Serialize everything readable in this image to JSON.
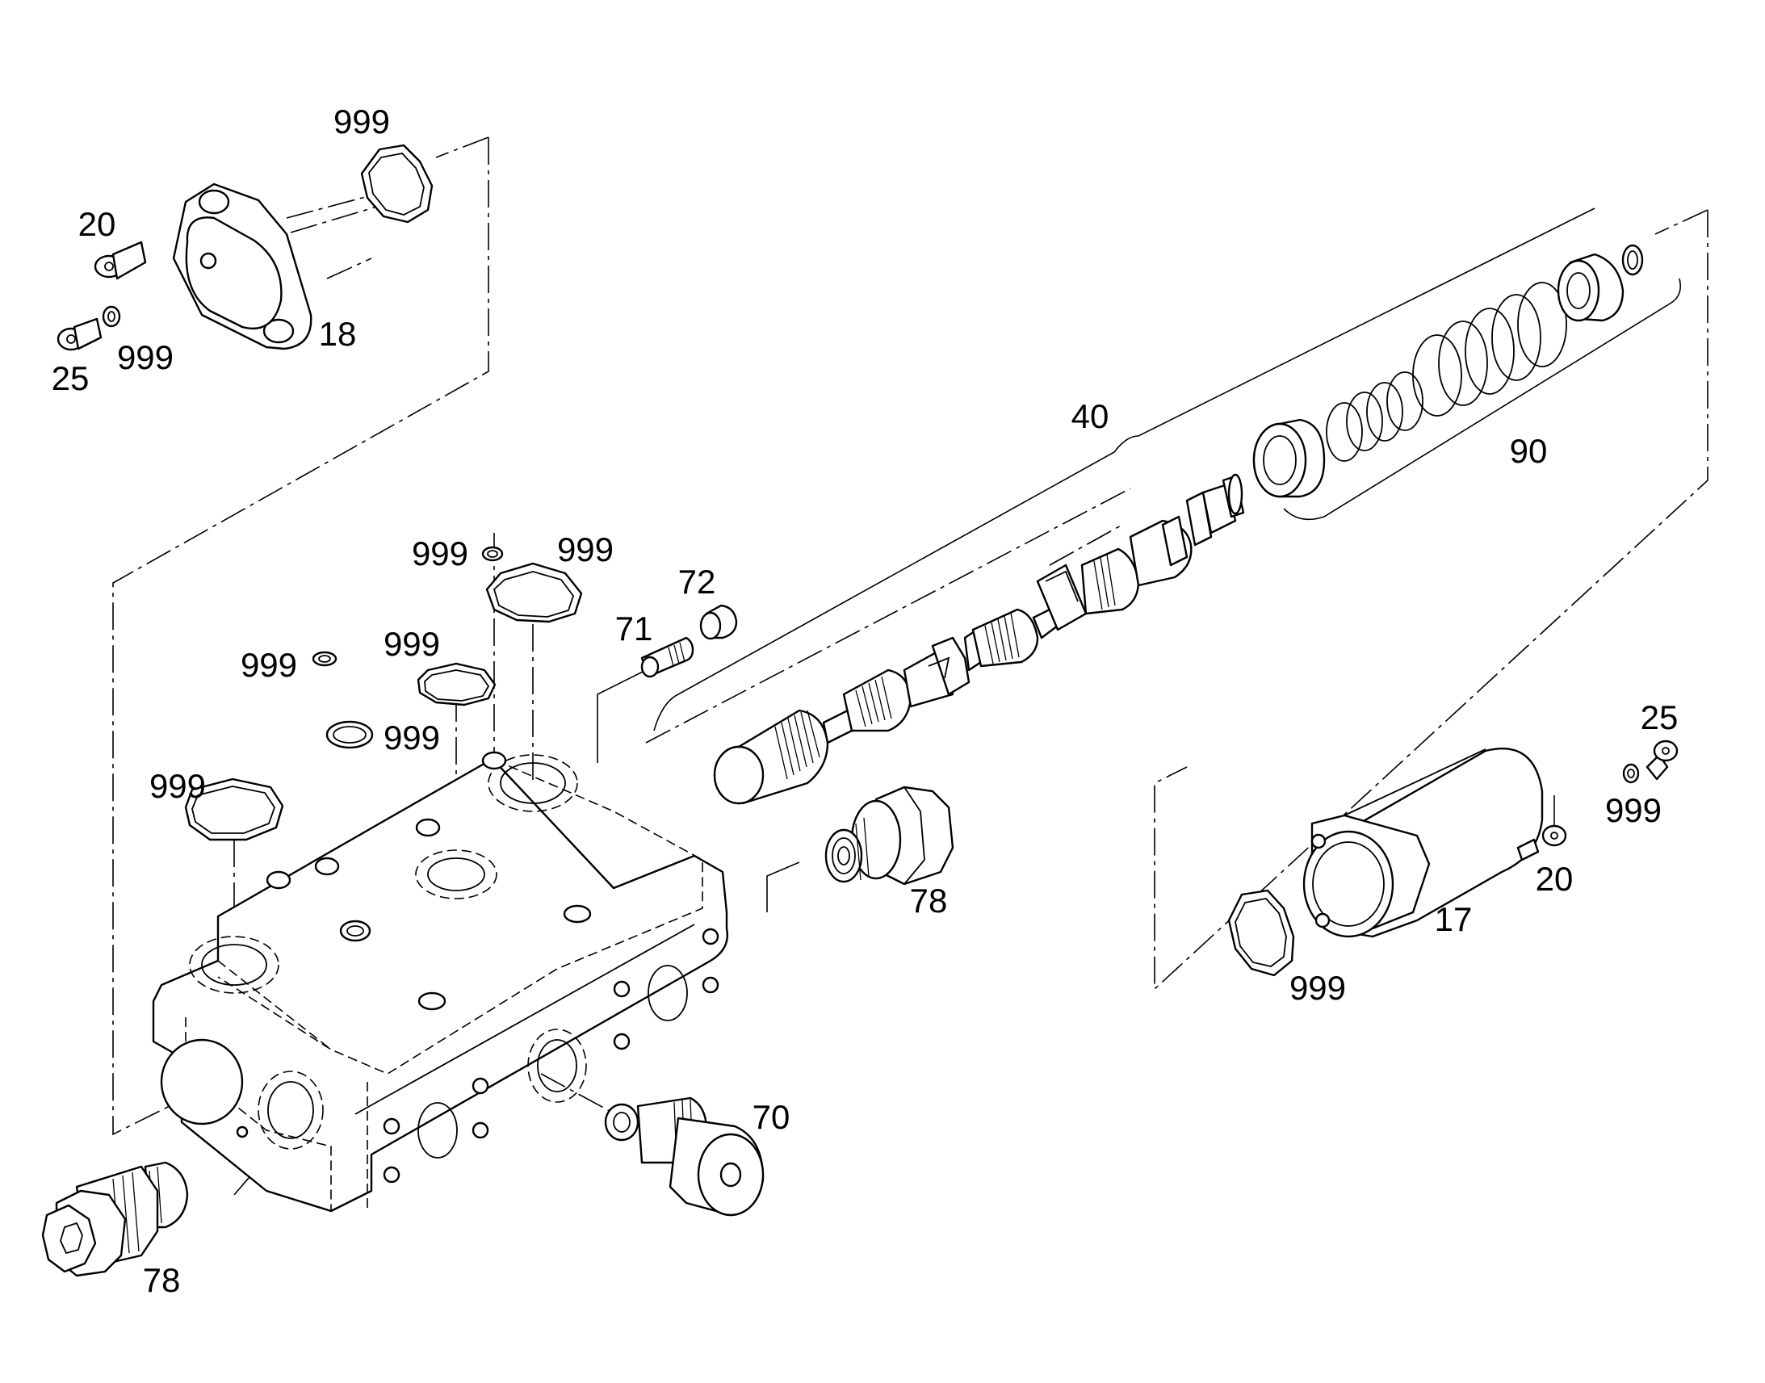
{
  "diagram": {
    "labels": {
      "l999_cover": "999",
      "l20_left": "20",
      "l25_left": "25",
      "l999_washer_left": "999",
      "l18": "18",
      "l40": "40",
      "l90": "90",
      "l999_a": "999",
      "l999_b": "999",
      "l72": "72",
      "l71": "71",
      "l999_c": "999",
      "l999_d": "999",
      "l999_e": "999",
      "l999_f": "999",
      "l78_mid": "78",
      "l25_right": "25",
      "l999_washer_right": "999",
      "l20_right": "20",
      "l17": "17",
      "l999_right_seal": "999",
      "l70": "70",
      "l78_bottom": "78"
    }
  }
}
